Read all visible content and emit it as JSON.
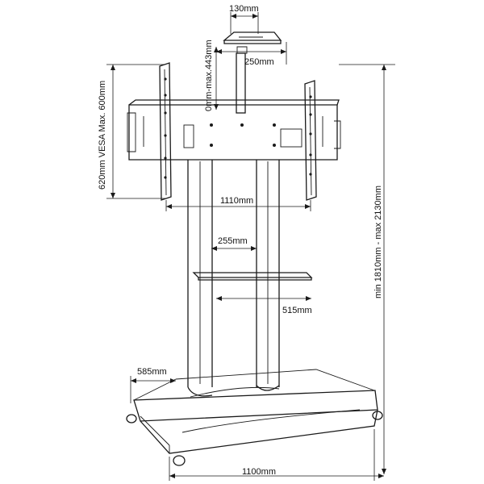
{
  "dimensions": {
    "camera_shelf_depth": "130mm",
    "camera_shelf_width": "250mm",
    "camera_pole_height": "0mm-max.443mm",
    "vesa_height": "620mm VESA Max. 600mm",
    "vesa_width": "1110mm",
    "middle_shelf_depth": "255mm",
    "middle_shelf_width": "515mm",
    "total_height": "min 1810mm - max 2130mm",
    "base_depth": "585mm",
    "base_width": "1100mm"
  },
  "colors": {
    "line": "#1a1a1a",
    "background": "#ffffff"
  }
}
